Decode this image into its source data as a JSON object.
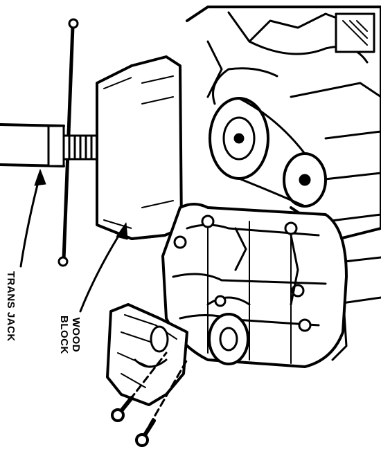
{
  "labels": {
    "trans_jack": "TRANS JACK",
    "wood_block_line1": "WOOD",
    "wood_block_line2": "BLOCK"
  },
  "colors": {
    "ink": "#000000",
    "paper": "#ffffff",
    "shade": "#cfcfcf"
  }
}
